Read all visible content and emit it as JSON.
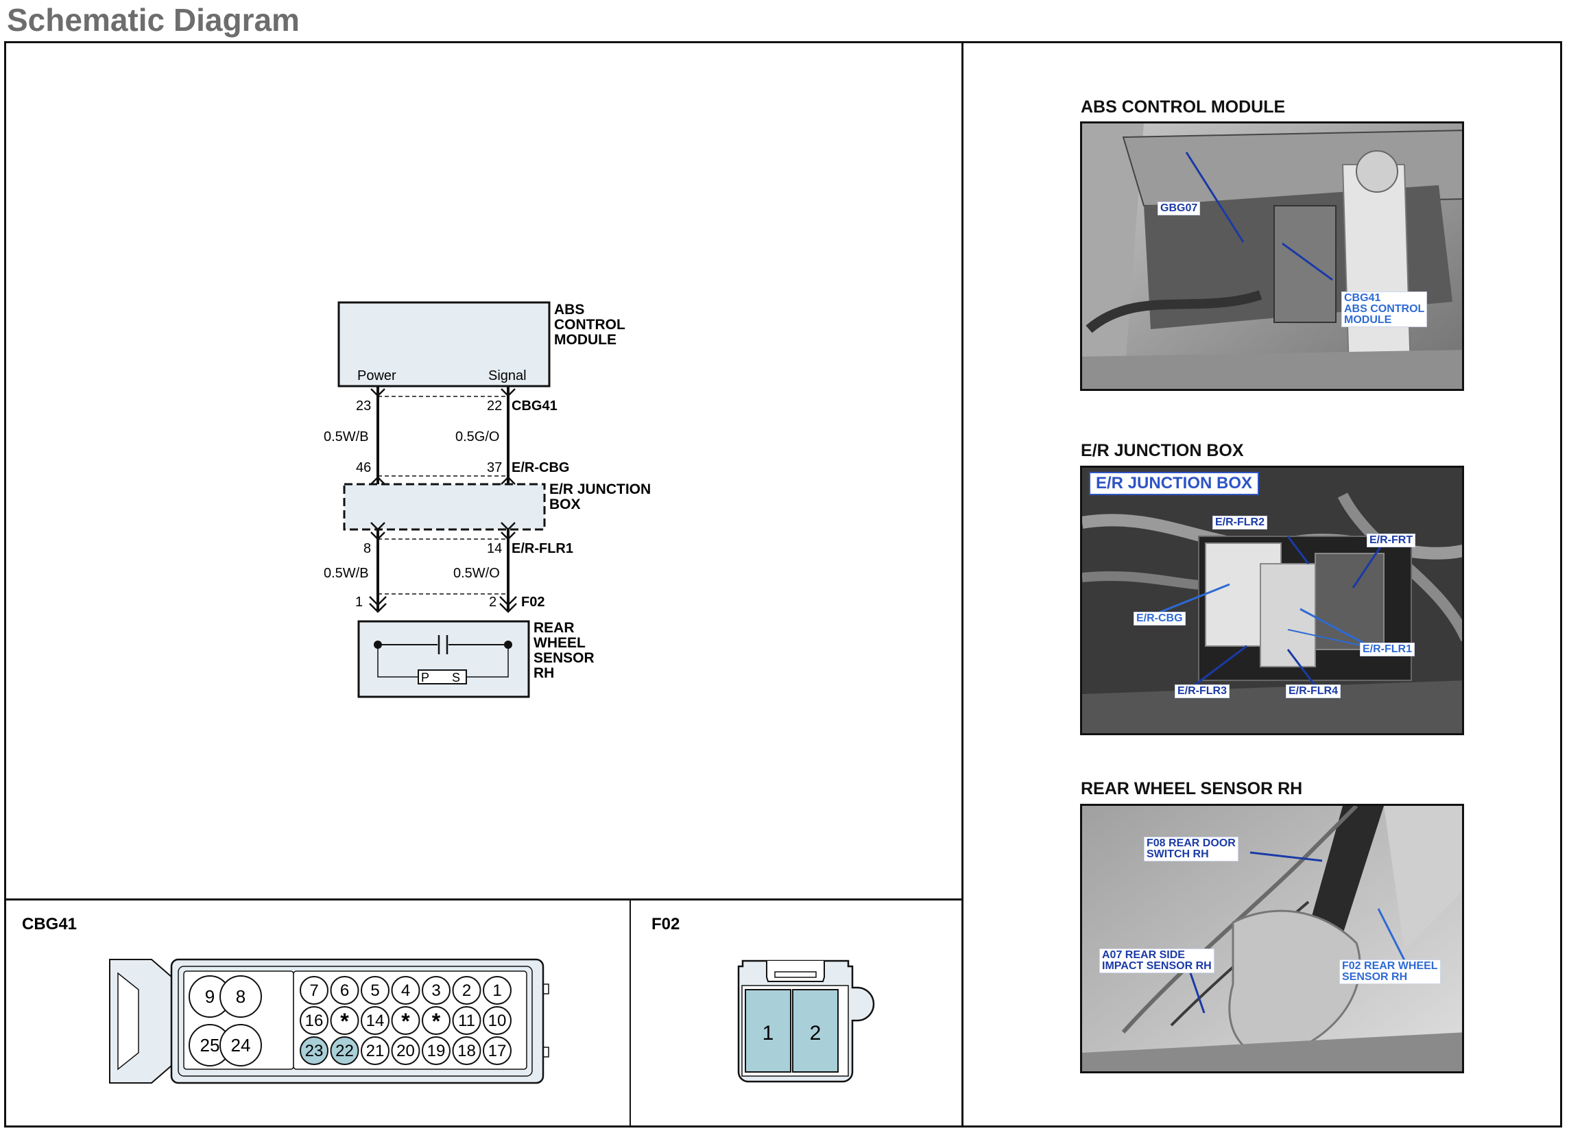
{
  "page": {
    "title": "Schematic Diagram"
  },
  "schematic": {
    "module": {
      "name_lines": [
        "ABS",
        "CONTROL",
        "MODULE"
      ],
      "pin_labels": [
        "Power",
        "Signal"
      ]
    },
    "connectors": {
      "cbg41": {
        "pins": [
          "23",
          "22"
        ],
        "name": "CBG41"
      },
      "er_cbg": {
        "pins": [
          "46",
          "37"
        ],
        "name": "E/R-CBG"
      },
      "er_flr1": {
        "pins": [
          "8",
          "14"
        ],
        "name": "E/R-FLR1"
      },
      "f02": {
        "pins": [
          "1",
          "2"
        ],
        "name": "F02"
      }
    },
    "wires_upper": [
      "0.5W/B",
      "0.5G/O"
    ],
    "wires_lower": [
      "0.5W/B",
      "0.5W/O"
    ],
    "junction_box": {
      "name_lines": [
        "E/R JUNCTION",
        "BOX"
      ]
    },
    "sensor": {
      "name_lines": [
        "REAR",
        "WHEEL",
        "SENSOR",
        "RH"
      ],
      "inner_labels": [
        "P",
        "S"
      ]
    }
  },
  "connector_views": {
    "cbg41": {
      "label": "CBG41",
      "large_pins": [
        "9",
        "8",
        "25",
        "24"
      ],
      "row1": [
        "7",
        "6",
        "5",
        "4",
        "3",
        "2",
        "1"
      ],
      "row2": [
        "16",
        "*",
        "14",
        "*",
        "*",
        "11",
        "10"
      ],
      "row3": [
        "23",
        "22",
        "21",
        "20",
        "19",
        "18",
        "17"
      ],
      "highlighted": [
        "23",
        "22"
      ]
    },
    "f02": {
      "label": "F02",
      "pins": [
        "1",
        "2"
      ]
    }
  },
  "photos": {
    "abs": {
      "title": "ABS CONTROL MODULE",
      "callouts": [
        "GBG07",
        "CBG41\nABS CONTROL\nMODULE"
      ]
    },
    "junction": {
      "title": "E/R JUNCTION BOX",
      "banner": "E/R JUNCTION BOX",
      "callouts": [
        "E/R-FLR2",
        "E/R-FRT",
        "E/R-CBG",
        "E/R-FLR1",
        "E/R-FLR3",
        "E/R-FLR4"
      ]
    },
    "sensor": {
      "title": "REAR WHEEL SENSOR RH",
      "callouts": [
        "F08 REAR DOOR\nSWITCH RH",
        "A07 REAR SIDE\nIMPACT SENSOR RH",
        "F02 REAR WHEEL\nSENSOR RH"
      ]
    }
  },
  "colors": {
    "pin_highlight": "#a9cfd8",
    "box_fill": "#e6edf2",
    "callout_text": "#1a3aa6"
  }
}
